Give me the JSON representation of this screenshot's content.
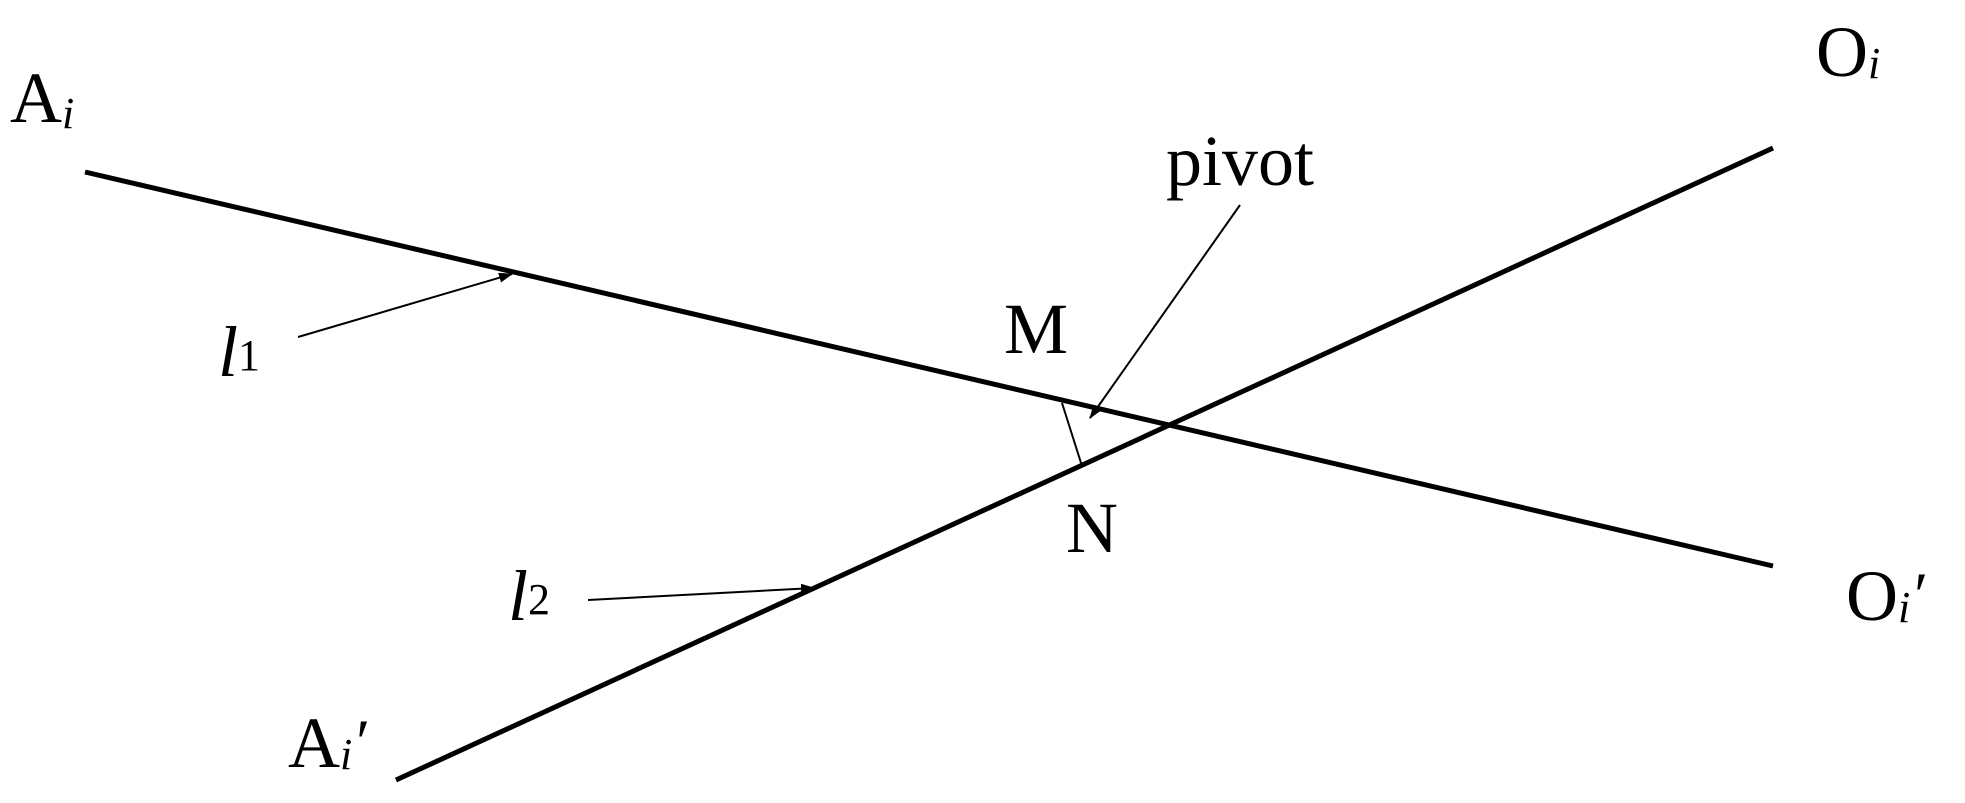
{
  "labels": {
    "point_a": {
      "main": "A",
      "sub": "i"
    },
    "point_a_prime": {
      "main": "A",
      "sub": "i",
      "prime": "′"
    },
    "point_o": {
      "main": "O",
      "sub": "i"
    },
    "point_o_prime": {
      "main": "O",
      "sub": "i",
      "prime": "′"
    },
    "point_m": "M",
    "point_n": "N",
    "pivot": "pivot",
    "line_1": {
      "main": "l",
      "sub": "1"
    },
    "line_2": {
      "main": "l",
      "sub": "2"
    }
  },
  "colors": {
    "stroke": "#000000",
    "background": "#ffffff"
  }
}
